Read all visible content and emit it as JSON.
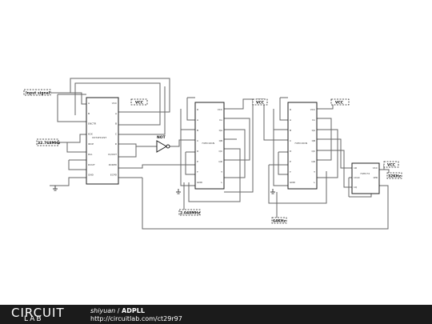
{
  "labels": {
    "input_signal": "Input signal",
    "clock": "32.768MHz",
    "freq_2048": "2.048MHz",
    "freq_64": "64KHz",
    "freq_32": "32KHz",
    "vcc": "VCC",
    "not_gate": "NOT"
  },
  "chips": {
    "pll": {
      "name": "CD74HC297",
      "left_pins": [
        "A",
        "B",
        "ENCTR",
        "KCK",
        "IDCP",
        "DIA",
        "DOUT",
        "GND"
      ],
      "right_pins": [
        "VCC",
        "A",
        "B",
        "C",
        "D",
        "ID/OUT",
        "XORPD",
        "ECPD"
      ]
    },
    "div1": {
      "name": "74HC161N",
      "left_pins": [
        "R",
        "A",
        "B",
        "C",
        "D",
        "P",
        "T",
        "GND"
      ],
      "right_pins": [
        "VCC",
        "Co",
        "QA",
        "QB",
        "QC",
        "QD",
        "T",
        "L"
      ]
    },
    "div2": {
      "name": "74HC161N",
      "left_pins": [
        "R",
        "A",
        "B",
        "C",
        "D",
        "P",
        "T",
        "GND"
      ],
      "right_pins": [
        "VCC",
        "Co",
        "QA",
        "QB",
        "QC",
        "QD",
        "T",
        "L"
      ]
    },
    "ff": {
      "name": "74HC74",
      "left_pins": [
        "1D",
        "1CLK",
        "1Q"
      ],
      "right_pins": [
        "VCC",
        "1PR"
      ]
    }
  },
  "footer": {
    "logo_top": "CIRCUIT",
    "logo_bottom": "LAB",
    "author": "shiyuan",
    "separator": "/",
    "title": "ADPLL",
    "url": "http://circuitlab.com/ct29r97"
  }
}
